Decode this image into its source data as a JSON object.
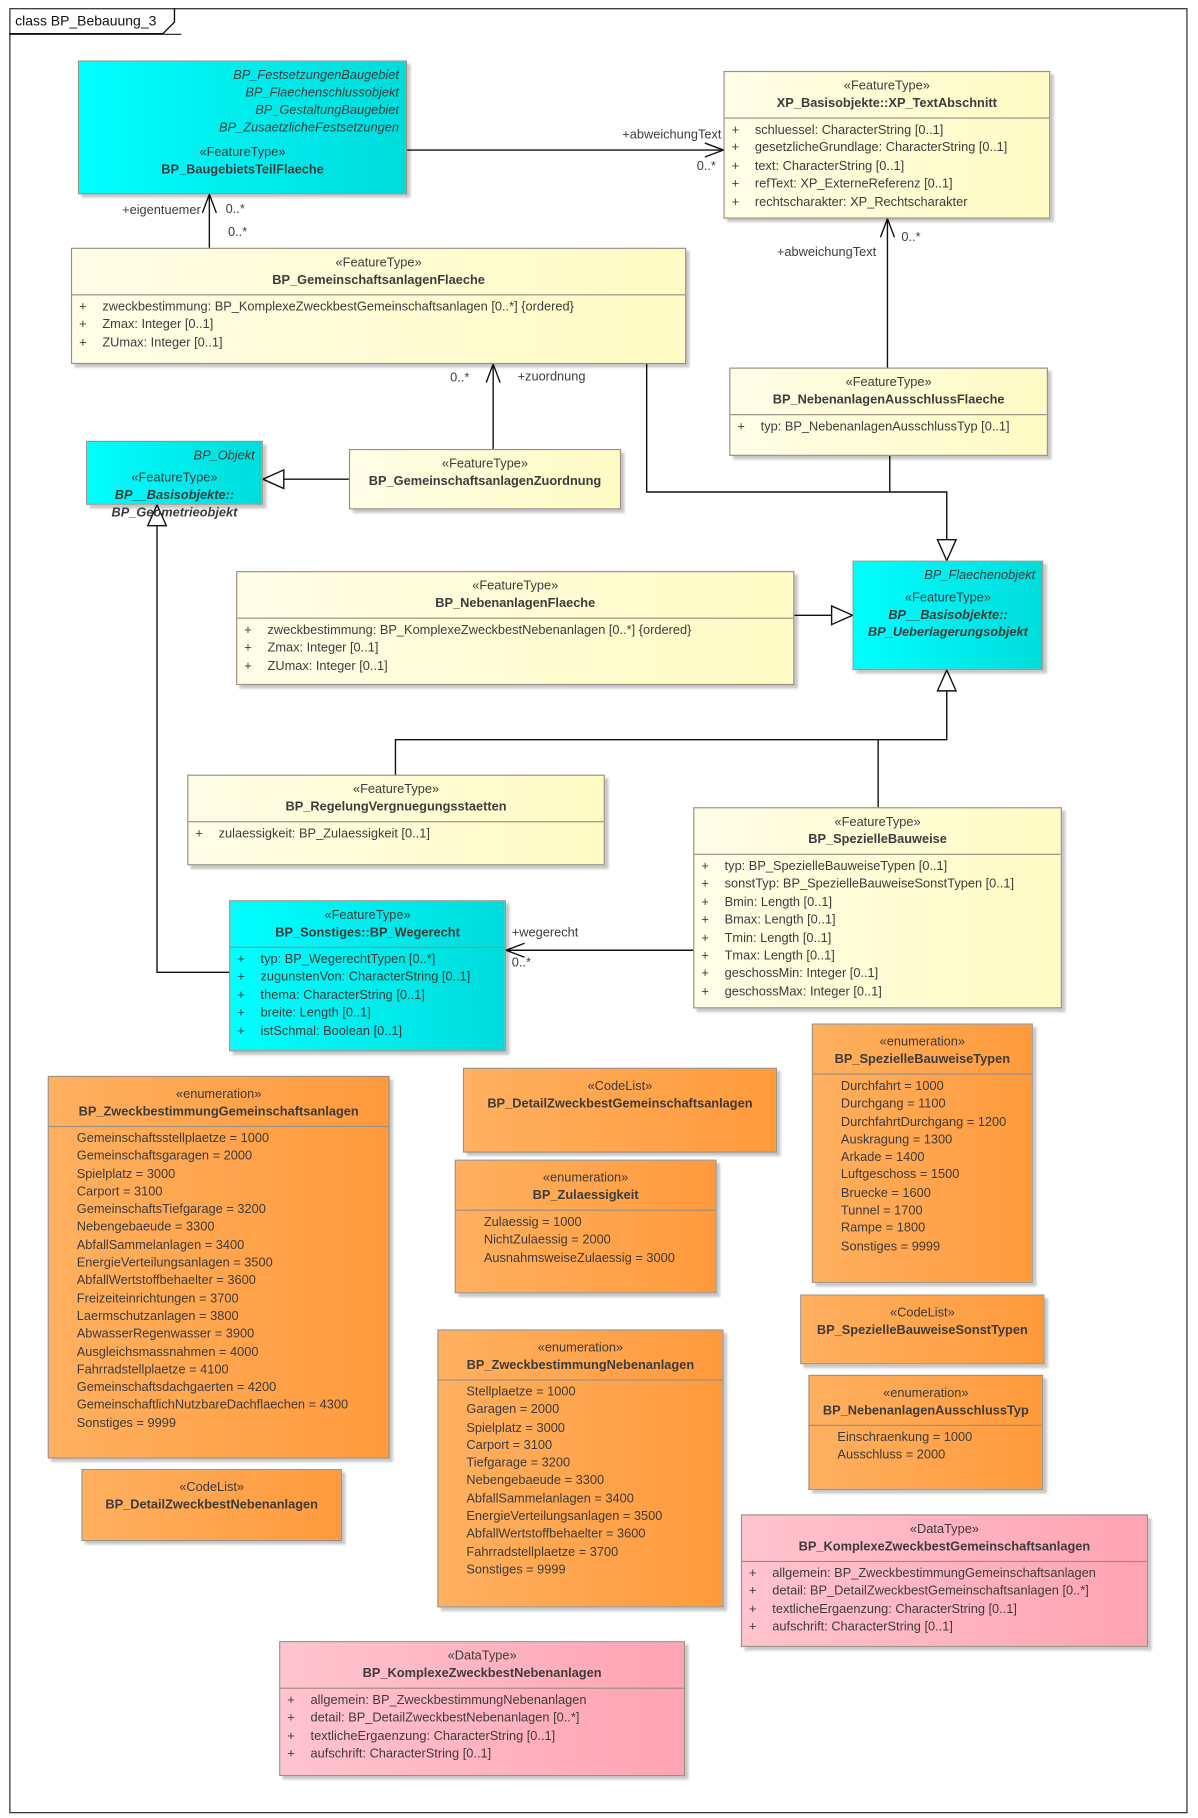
{
  "diagram": {
    "title": "class BP_Bebauung_3"
  },
  "colors": {
    "feature": "#fffbc4",
    "abstract": "#00ffff",
    "enumeration": "#ff9a3c",
    "datatype": "#ffa3b3"
  },
  "classes": [
    {
      "id": "baugebiet",
      "kind": "cyan",
      "parents": [
        "BP_FestsetzungenBaugebiet",
        "BP_Flaechenschlussobjekt",
        "BP_GestaltungBaugebiet",
        "BP_ZusaetzlicheFestsetzungen"
      ],
      "stereotype": "«FeatureType»",
      "name": [
        "BP_BaugebietsTeilFlaeche"
      ],
      "attributes": []
    },
    {
      "id": "textabschnitt",
      "kind": "ft",
      "stereotype": "«FeatureType»",
      "name": [
        "XP_Basisobjekte::XP_TextAbschnitt"
      ],
      "attributes": [
        [
          "+",
          "schluessel: CharacterString [0..1]"
        ],
        [
          "+",
          "gesetzlicheGrundlage: CharacterString [0..1]"
        ],
        [
          "+",
          "text: CharacterString [0..1]"
        ],
        [
          "+",
          "refText: XP_ExterneReferenz [0..1]"
        ],
        [
          "+",
          "rechtscharakter: XP_Rechtscharakter"
        ]
      ]
    },
    {
      "id": "gemflaeche",
      "kind": "ft",
      "stereotype": "«FeatureType»",
      "name": [
        "BP_GemeinschaftsanlagenFlaeche"
      ],
      "attributes": [
        [
          "+",
          "zweckbestimmung: BP_KomplexeZweckbestGemeinschaftsanlagen [0..*] {ordered}"
        ],
        [
          "+",
          "Zmax: Integer [0..1]"
        ],
        [
          "+",
          "ZUmax: Integer [0..1]"
        ]
      ]
    },
    {
      "id": "ausschlussflaeche",
      "kind": "ft",
      "stereotype": "«FeatureType»",
      "name": [
        "BP_NebenanlagenAusschlussFlaeche"
      ],
      "attributes": [
        [
          "+",
          "typ: BP_NebenanlagenAusschlussTyp [0..1]"
        ]
      ]
    },
    {
      "id": "geometrie",
      "kind": "cyan",
      "parents": [
        "BP_Objekt"
      ],
      "stereotype": "«FeatureType»",
      "italic": true,
      "name": [
        "BP__Basisobjekte::",
        "BP_Geometrieobjekt"
      ],
      "attributes": []
    },
    {
      "id": "zuordnung",
      "kind": "ft",
      "stereotype": "«FeatureType»",
      "name": [
        "BP_GemeinschaftsanlagenZuordnung"
      ],
      "attributes": []
    },
    {
      "id": "ueberlagerung",
      "kind": "cyan",
      "parents": [
        "BP_Flaechenobjekt"
      ],
      "stereotype": "«FeatureType»",
      "italic": true,
      "name": [
        "BP__Basisobjekte::",
        "BP_Ueberlagerungsobjekt"
      ],
      "attributes": []
    },
    {
      "id": "nebenflaeche",
      "kind": "ft",
      "stereotype": "«FeatureType»",
      "name": [
        "BP_NebenanlagenFlaeche"
      ],
      "attributes": [
        [
          "+",
          "zweckbestimmung: BP_KomplexeZweckbestNebenanlagen [0..*] {ordered}"
        ],
        [
          "+",
          "Zmax: Integer [0..1]"
        ],
        [
          "+",
          "ZUmax: Integer [0..1]"
        ]
      ]
    },
    {
      "id": "regelung",
      "kind": "ft",
      "stereotype": "«FeatureType»",
      "name": [
        "BP_RegelungVergnuegungsstaetten"
      ],
      "attributes": [
        [
          "+",
          "zulaessigkeit: BP_Zulaessigkeit [0..1]"
        ]
      ]
    },
    {
      "id": "bauweise",
      "kind": "ft",
      "stereotype": "«FeatureType»",
      "name": [
        "BP_SpezielleBauweise"
      ],
      "attributes": [
        [
          "+",
          "typ: BP_SpezielleBauweiseTypen [0..1]"
        ],
        [
          "+",
          "sonstTyp: BP_SpezielleBauweiseSonstTypen [0..1]"
        ],
        [
          "+",
          "Bmin: Length [0..1]"
        ],
        [
          "+",
          "Bmax: Length [0..1]"
        ],
        [
          "+",
          "Tmin: Length [0..1]"
        ],
        [
          "+",
          "Tmax: Length [0..1]"
        ],
        [
          "+",
          "geschossMin: Integer [0..1]"
        ],
        [
          "+",
          "geschossMax: Integer [0..1]"
        ]
      ]
    },
    {
      "id": "wegerecht",
      "kind": "cyan",
      "stereotype": "«FeatureType»",
      "name": [
        "BP_Sonstiges::BP_Wegerecht"
      ],
      "attributes": [
        [
          "+",
          "typ: BP_WegerechtTypen [0..*]"
        ],
        [
          "+",
          "zugunstenVon: CharacterString [0..1]"
        ],
        [
          "+",
          "thema: CharacterString [0..1]"
        ],
        [
          "+",
          "breite: Length [0..1]"
        ],
        [
          "+",
          "istSchmal: Boolean [0..1]"
        ]
      ]
    },
    {
      "id": "enum_gem",
      "kind": "enum",
      "stereotype": "«enumeration»",
      "name": [
        "BP_ZweckbestimmungGemeinschaftsanlagen"
      ],
      "literals": [
        "Gemeinschaftsstellplaetze = 1000",
        "Gemeinschaftsgaragen = 2000",
        "Spielplatz = 3000",
        "Carport = 3100",
        "GemeinschaftsTiefgarage = 3200",
        "Nebengebaeude = 3300",
        "AbfallSammelanlagen = 3400",
        "EnergieVerteilungsanlagen = 3500",
        "AbfallWertstoffbehaelter = 3600",
        "Freizeiteinrichtungen = 3700",
        "Laermschutzanlagen = 3800",
        "AbwasserRegenwasser = 3900",
        "Ausgleichsmassnahmen = 4000",
        "Fahrradstellplaetze = 4100",
        "Gemeinschaftsdachgaerten = 4200",
        "GemeinschaftlichNutzbareDachflaechen  = 4300",
        "Sonstiges = 9999"
      ]
    },
    {
      "id": "cl_detailgem",
      "kind": "enum",
      "stereotype": "«CodeList»",
      "name": [
        "BP_DetailZweckbestGemeinschaftsanlagen"
      ]
    },
    {
      "id": "enum_zul",
      "kind": "enum",
      "stereotype": "«enumeration»",
      "name": [
        "BP_Zulaessigkeit"
      ],
      "literals": [
        "Zulaessig = 1000",
        "NichtZulaessig = 2000",
        "AusnahmsweiseZulaessig = 3000"
      ]
    },
    {
      "id": "enum_bauweise",
      "kind": "enum",
      "stereotype": "«enumeration»",
      "name": [
        "BP_SpezielleBauweiseTypen"
      ],
      "literals": [
        "Durchfahrt = 1000",
        "Durchgang = 1100",
        "DurchfahrtDurchgang = 1200",
        "Auskragung = 1300",
        "Arkade = 1400",
        "Luftgeschoss = 1500",
        "Bruecke = 1600",
        "Tunnel = 1700",
        "Rampe = 1800",
        "Sonstiges = 9999"
      ]
    },
    {
      "id": "cl_sonsttypen",
      "kind": "enum",
      "stereotype": "«CodeList»",
      "name": [
        "BP_SpezielleBauweiseSonstTypen"
      ]
    },
    {
      "id": "enum_ausschluss",
      "kind": "enum",
      "stereotype": "«enumeration»",
      "name": [
        "BP_NebenanlagenAusschlussTyp"
      ],
      "literals": [
        "Einschraenkung = 1000",
        "Ausschluss = 2000"
      ]
    },
    {
      "id": "enum_neben",
      "kind": "enum",
      "stereotype": "«enumeration»",
      "name": [
        "BP_ZweckbestimmungNebenanlagen"
      ],
      "literals": [
        "Stellplaetze = 1000",
        "Garagen = 2000",
        "Spielplatz = 3000",
        "Carport = 3100",
        "Tiefgarage = 3200",
        "Nebengebaeude = 3300",
        "AbfallSammelanlagen = 3400",
        "EnergieVerteilungsanlagen = 3500",
        "AbfallWertstoffbehaelter = 3600",
        "Fahrradstellplaetze = 3700",
        "Sonstiges = 9999"
      ]
    },
    {
      "id": "cl_detailneben",
      "kind": "enum",
      "stereotype": "«CodeList»",
      "name": [
        "BP_DetailZweckbestNebenanlagen"
      ]
    },
    {
      "id": "dt_gem",
      "kind": "dt",
      "stereotype": "«DataType»",
      "name": [
        "BP_KomplexeZweckbestGemeinschaftsanlagen"
      ],
      "attributes": [
        [
          "+",
          "allgemein: BP_ZweckbestimmungGemeinschaftsanlagen"
        ],
        [
          "+",
          "detail: BP_DetailZweckbestGemeinschaftsanlagen [0..*]"
        ],
        [
          "+",
          "textlicheErgaenzung: CharacterString [0..1]"
        ],
        [
          "+",
          "aufschrift: CharacterString [0..1]"
        ]
      ]
    },
    {
      "id": "dt_neben",
      "kind": "dt",
      "stereotype": "«DataType»",
      "name": [
        "BP_KomplexeZweckbestNebenanlagen"
      ],
      "attributes": [
        [
          "+",
          "allgemein: BP_ZweckbestimmungNebenanlagen"
        ],
        [
          "+",
          "detail: BP_DetailZweckbestNebenanlagen [0..*]"
        ],
        [
          "+",
          "textlicheErgaenzung: CharacterString [0..1]"
        ],
        [
          "+",
          "aufschrift: CharacterString [0..1]"
        ]
      ]
    }
  ],
  "labels": [
    {
      "id": "l1",
      "text": "+abweichungText"
    },
    {
      "id": "l2",
      "text": "0..*"
    },
    {
      "id": "l3",
      "text": "+eigentuemer"
    },
    {
      "id": "l4",
      "text": "0..*"
    },
    {
      "id": "l5",
      "text": "0..*"
    },
    {
      "id": "l6",
      "text": "+abweichungText"
    },
    {
      "id": "l7",
      "text": "0..*"
    },
    {
      "id": "l8",
      "text": "0..*"
    },
    {
      "id": "l9",
      "text": "+zuordnung"
    },
    {
      "id": "l10",
      "text": "+wegerecht"
    },
    {
      "id": "l11",
      "text": "0..*"
    }
  ]
}
